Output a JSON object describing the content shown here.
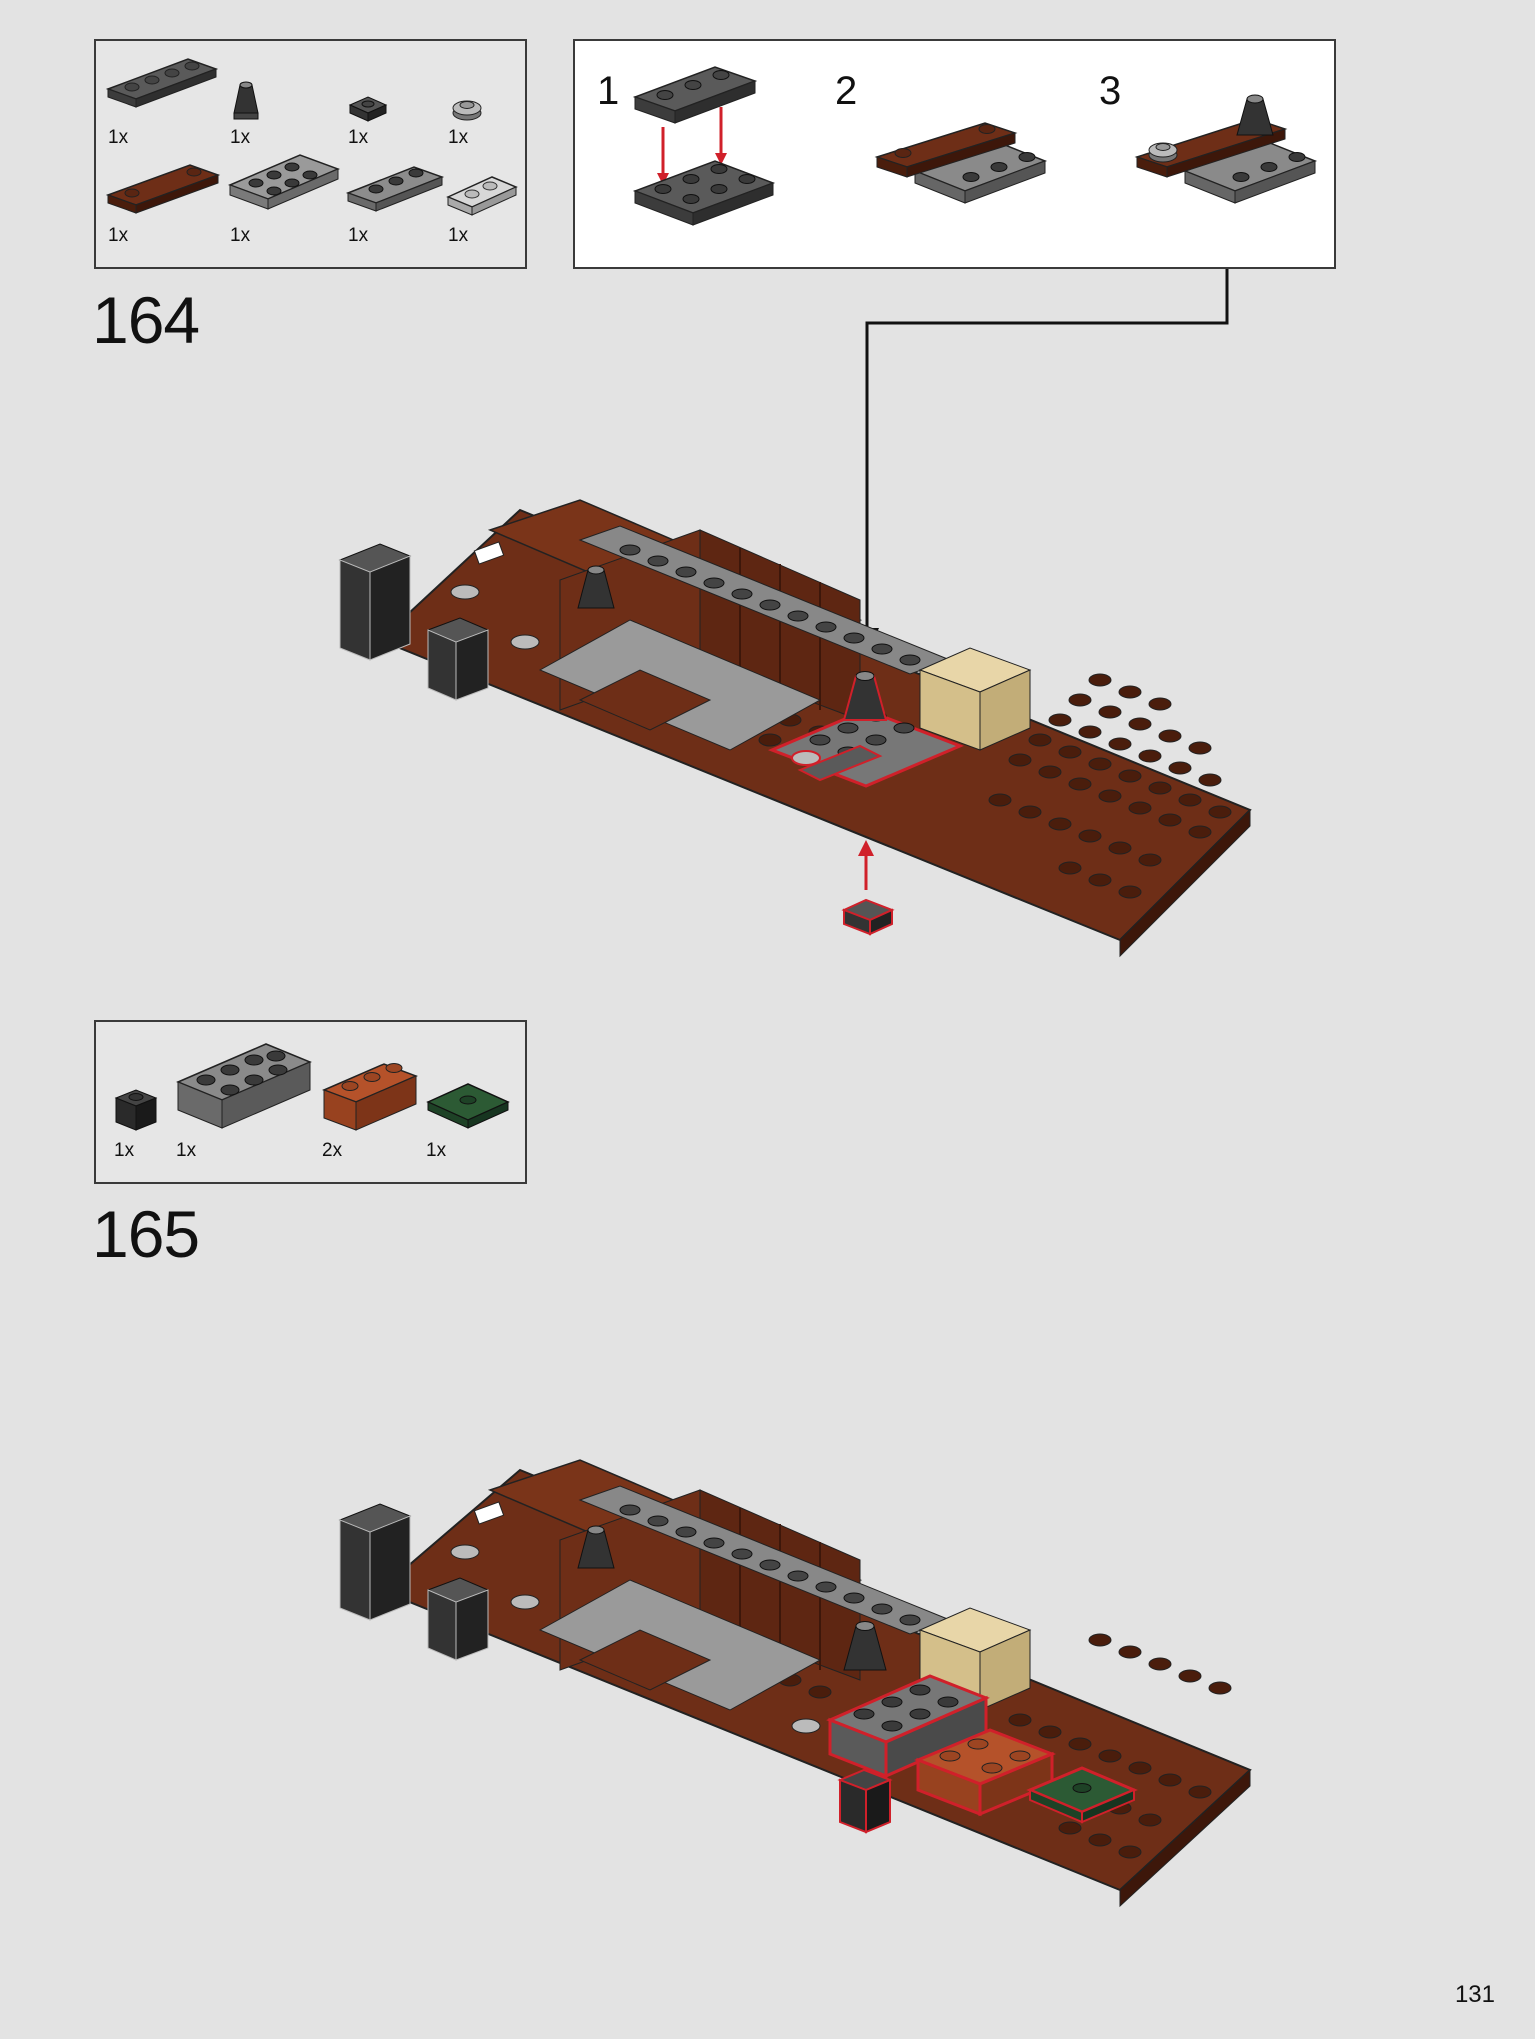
{
  "step164": {
    "number": "164",
    "parts": [
      {
        "qty": "1x",
        "icon": "dark-gray-plate-1x4"
      },
      {
        "qty": "1x",
        "icon": "dark-gray-cone"
      },
      {
        "qty": "1x",
        "icon": "dark-gray-tile-1x1"
      },
      {
        "qty": "1x",
        "icon": "light-gray-round-plate"
      },
      {
        "qty": "1x",
        "icon": "reddish-brown-plate-1x4"
      },
      {
        "qty": "1x",
        "icon": "gray-plate-2x4"
      },
      {
        "qty": "1x",
        "icon": "gray-plate-1x3"
      },
      {
        "qty": "1x",
        "icon": "light-gray-plate-1x2"
      }
    ],
    "substeps": [
      "1",
      "2",
      "3"
    ]
  },
  "step165": {
    "number": "165",
    "parts": [
      {
        "qty": "1x",
        "icon": "black-brick-1x1"
      },
      {
        "qty": "1x",
        "icon": "gray-brick-2x4"
      },
      {
        "qty": "2x",
        "icon": "orange-brown-brick-1x3"
      },
      {
        "qty": "1x",
        "icon": "dark-green-tile-2x2"
      }
    ]
  },
  "page_number": "131",
  "colors": {
    "background": "#e3e3e3",
    "callout_red": "#d0202a",
    "reddish_brown": "#6e2e17",
    "dark_gray": "#4a4a4a",
    "light_gray": "#9a9a9a"
  }
}
